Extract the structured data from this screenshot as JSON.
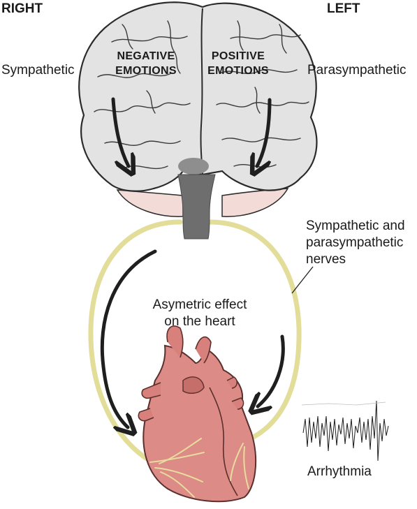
{
  "labels": {
    "right": "RIGHT",
    "left": "LEFT",
    "sympathetic": "Sympathetic",
    "parasympathetic": "Parasympathetic",
    "negative_emotions": [
      "NEGATIVE",
      "EMOTIONS"
    ],
    "positive_emotions": [
      "POSITIVE",
      "EMOTIONS"
    ],
    "nerves": [
      "Sympathetic and",
      "parasympathetic",
      "nerves"
    ],
    "asymmetric_effect": [
      "Asymetric effect",
      "on the heart"
    ],
    "arrhythmia": "Arrhythmia"
  },
  "colors": {
    "brain_fill": "#e2e3e2",
    "brain_stroke": "#2b2b2b",
    "brainstem": "#6e6e6e",
    "cerebellum": "#f3dcd8",
    "nerve": "#e3dd9a",
    "heart_fill": "#dc8b86",
    "heart_stroke": "#5a2f2d",
    "arrow": "#1f1f1f"
  }
}
